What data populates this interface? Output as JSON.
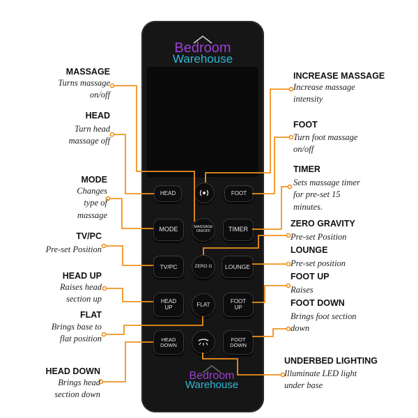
{
  "brand": {
    "line1": "Bedroom",
    "line2": "Warehouse"
  },
  "buttons": {
    "head": "HEAD",
    "foot": "FOOT",
    "mode": "MODE",
    "massage": "MASSAGE\nON/OFF",
    "timer": "TIMER",
    "tvpc": "TV/PC",
    "zerog": "ZERO G",
    "lounge": "LOUNGE",
    "headup": "HEAD\nUP",
    "flat": "FLAT",
    "footup": "FOOT\nUP",
    "headdown": "HEAD\nDOWN",
    "footdown": "FOOT\nDOWN"
  },
  "annotations": {
    "massage": {
      "title": "MASSAGE",
      "desc": "Turns massage\non/off"
    },
    "head": {
      "title": "HEAD",
      "desc": "Turn head\nmassage off"
    },
    "mode": {
      "title": "MODE",
      "desc": "Changes\ntype of\nmassage"
    },
    "tvpc": {
      "title": "TV/PC",
      "desc": "Pre-set Position"
    },
    "headup": {
      "title": "HEAD UP",
      "desc": "Raises head\nsection up"
    },
    "flat": {
      "title": "FLAT",
      "desc": "Brings base to\nflat position"
    },
    "headdown": {
      "title": "HEAD DOWN",
      "desc": "Brings head\nsection down"
    },
    "increase": {
      "title": "INCREASE MASSAGE",
      "desc": "Increase massage\nintensity"
    },
    "foot": {
      "title": "FOOT",
      "desc": "Turn foot massage\non/off"
    },
    "timer": {
      "title": "TIMER",
      "desc": "Sets massage timer\nfor pre-set 15\nminutes."
    },
    "zerog": {
      "title": "ZERO GRAVITY",
      "desc": "Pre-set Position"
    },
    "lounge": {
      "title": "LOUNGE",
      "desc": "Pre-set position"
    },
    "footup": {
      "title": "FOOT UP",
      "desc": "Raises"
    },
    "footdown": {
      "title": "FOOT DOWN",
      "desc": "Brings foot section\ndown"
    },
    "light": {
      "title": "UNDERBED LIGHTING",
      "desc": "Illuminate LED light\nunder base"
    }
  },
  "colors": {
    "accent": "#f0921e",
    "remote": "#161616",
    "brand_purple": "#9b3fd1",
    "brand_cyan": "#2fb8d6"
  },
  "icons": {
    "massage_intensity": "vibration-icon",
    "light": "lamp-icon"
  }
}
